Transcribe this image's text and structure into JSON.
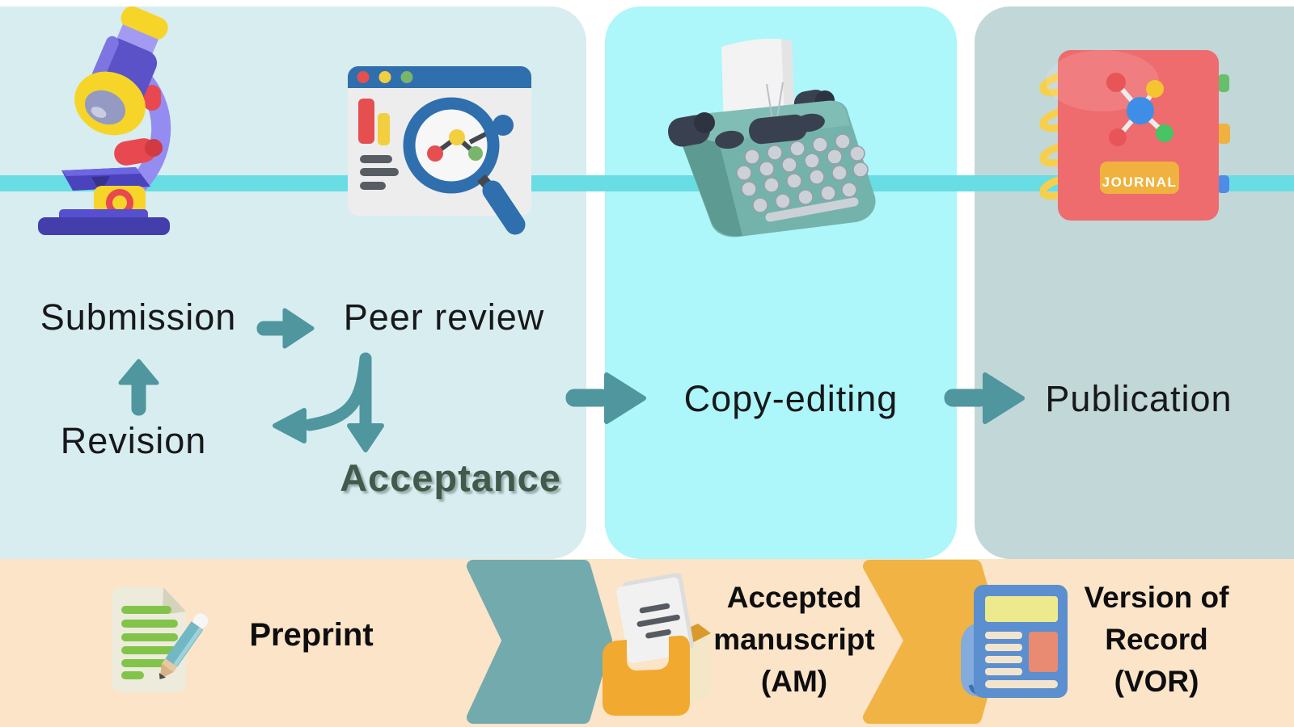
{
  "steps": [
    {
      "id": "submission",
      "label": "Submission"
    },
    {
      "id": "peer-review",
      "label": "Peer review"
    },
    {
      "id": "revision",
      "label": "Revision"
    },
    {
      "id": "acceptance",
      "label": "Acceptance"
    },
    {
      "id": "copy-editing",
      "label": "Copy-editing"
    },
    {
      "id": "publication",
      "label": "Publication"
    }
  ],
  "bottom_track": {
    "preprint": {
      "label": "Preprint"
    },
    "accepted_manuscript": {
      "lines": [
        "Accepted",
        "manuscript",
        "(AM)"
      ]
    },
    "version_of_record": {
      "lines": [
        "Version of",
        "Record",
        "(VOR)"
      ]
    }
  },
  "journal": {
    "cover_label": "JOURNAL"
  },
  "icons": [
    "microscope",
    "review-browser",
    "typewriter",
    "journal-book",
    "preprint-document",
    "manuscript-box",
    "newspaper"
  ],
  "colors": {
    "panel_submission": "#d8edf0",
    "panel_copyediting": "#adf6f9",
    "panel_publication": "#c2d7d8",
    "bottom_band": "#fbe4c7",
    "timeline": "#68dde3",
    "arrow_teal": "#4f969e",
    "chevron_teal": "#73aaad",
    "chevron_yellow": "#f1b343",
    "acceptance_text": "#415a4c",
    "label_text": "#17181a"
  }
}
